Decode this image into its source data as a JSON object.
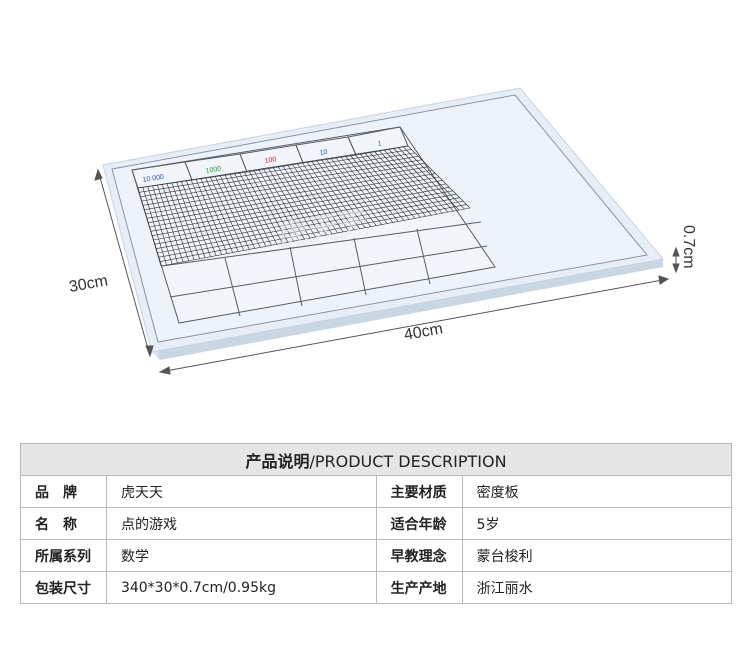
{
  "image": {
    "watermark": "虎天天",
    "dimensions": {
      "width": "40cm",
      "depth": "30cm",
      "thickness": "0.7cm"
    },
    "board_columns": [
      {
        "label": "10 000",
        "color": "#2a5aa8"
      },
      {
        "label": "1000",
        "color": "#2e9a3a"
      },
      {
        "label": "100",
        "color": "#d22b2b"
      },
      {
        "label": "10",
        "color": "#2a5aa8"
      },
      {
        "label": "1",
        "color": "#2e9a3a"
      }
    ]
  },
  "table": {
    "header_bold": "产品说明",
    "header_rest": "/PRODUCT DESCRIPTION",
    "rows": [
      {
        "k1": "品　牌",
        "v1": "虎天天",
        "k2": "主要材质",
        "v2": "密度板"
      },
      {
        "k1": "名　称",
        "v1": "点的游戏",
        "k2": "适合年龄",
        "v2": "5岁"
      },
      {
        "k1": "所属系列",
        "v1": "数学",
        "k2": "早教理念",
        "v2": "蒙台梭利"
      },
      {
        "k1": "包装尺寸",
        "v1": "340*30*0.7cm/0.95kg",
        "k2": "生产产地",
        "v2": "浙江丽水"
      }
    ]
  }
}
